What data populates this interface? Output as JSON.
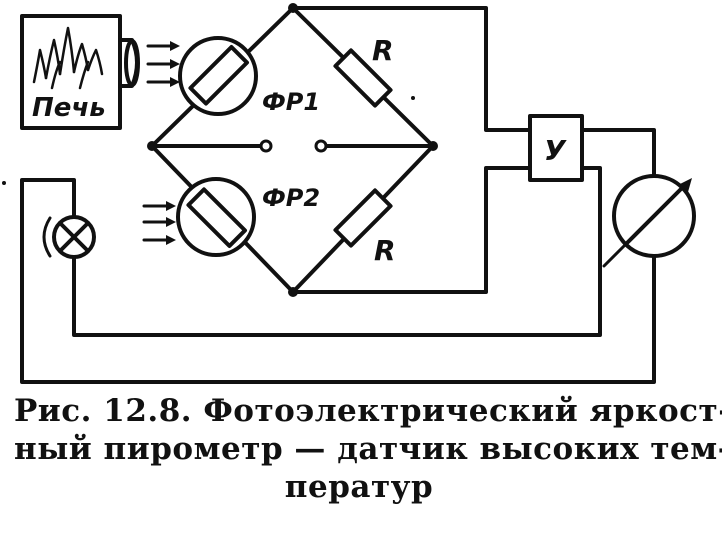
{
  "labels": {
    "furnace": "Печь",
    "photoresistor_1": "ФР1",
    "photoresistor_2": "ФР2",
    "resistor_top": "R",
    "resistor_bottom": "R",
    "amplifier": "У"
  },
  "caption": {
    "line1": "Рис. 12.8. Фотоэлектрический яркост-",
    "line2": "ный пирометр — датчик высоких тем-",
    "line3": "ператур"
  }
}
